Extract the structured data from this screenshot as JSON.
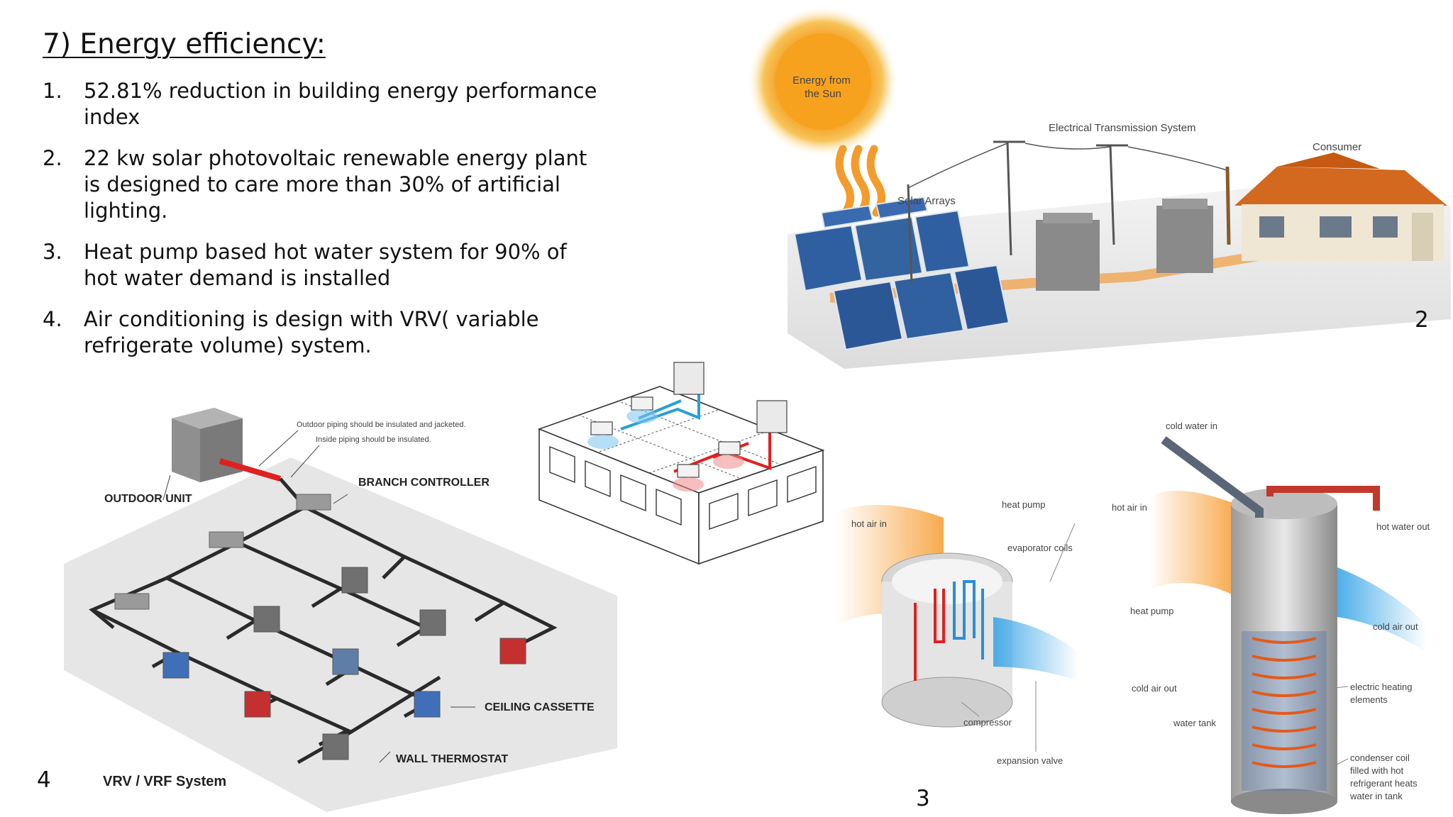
{
  "title": "7) Energy efficiency:",
  "bullets": [
    {
      "num": "1.",
      "text": "52.81% reduction in building energy performance index"
    },
    {
      "num": "2.",
      "text": "22 kw solar photovoltaic renewable energy plant is designed to care more than 30% of artificial lighting."
    },
    {
      "num": "3.",
      "text": "Heat pump based hot water system for 90% of hot water demand is installed"
    },
    {
      "num": "4.",
      "text": "Air conditioning is design with VRV( variable refrigerate volume) system."
    }
  ],
  "solar": {
    "number": "2",
    "sun_label": [
      "Energy from",
      "the Sun"
    ],
    "arrays_label": "Solar Arrays",
    "transmission_label": "Electrical Transmission System",
    "consumer_label": "Consumer"
  },
  "heatpump": {
    "number": "3",
    "cold_water_in": "cold water in",
    "hot_air_in_left": "hot air in",
    "heat_pump_top": "heat pump",
    "evaporator_coils": "evaporator coils",
    "hot_air_in_right": "hot air in",
    "hot_water_out": "hot water out",
    "heat_pump_side": "heat pump",
    "cold_air_out_right": "cold air out",
    "cold_air_out_left": "cold air out",
    "compressor": "compressor",
    "water_tank": "water tank",
    "electric_heating": [
      "electric heating",
      "elements"
    ],
    "expansion_valve": "expansion valve",
    "condenser_coil": [
      "condenser coil",
      "filled with hot",
      "refrigerant heats",
      "water in tank"
    ]
  },
  "vrv": {
    "number": "4",
    "outdoor_piping_note": "Outdoor piping should be insulated and jacketed.",
    "inside_piping_note": "Inside piping should be insulated.",
    "outdoor_unit": "OUTDOOR UNIT",
    "branch_controller": "BRANCH CONTROLLER",
    "ceiling_cassette": "CEILING CASSETTE",
    "wall_thermostat": "WALL THERMOSTAT",
    "system_name": "VRV / VRF System"
  },
  "colors": {
    "sun": "#f5a623",
    "panel": "#2f5fa0",
    "roof": "#d2691e",
    "hot_pipe": "#e02020",
    "cold_pipe": "#2a9fd6",
    "floor": "#e6e6e6"
  }
}
